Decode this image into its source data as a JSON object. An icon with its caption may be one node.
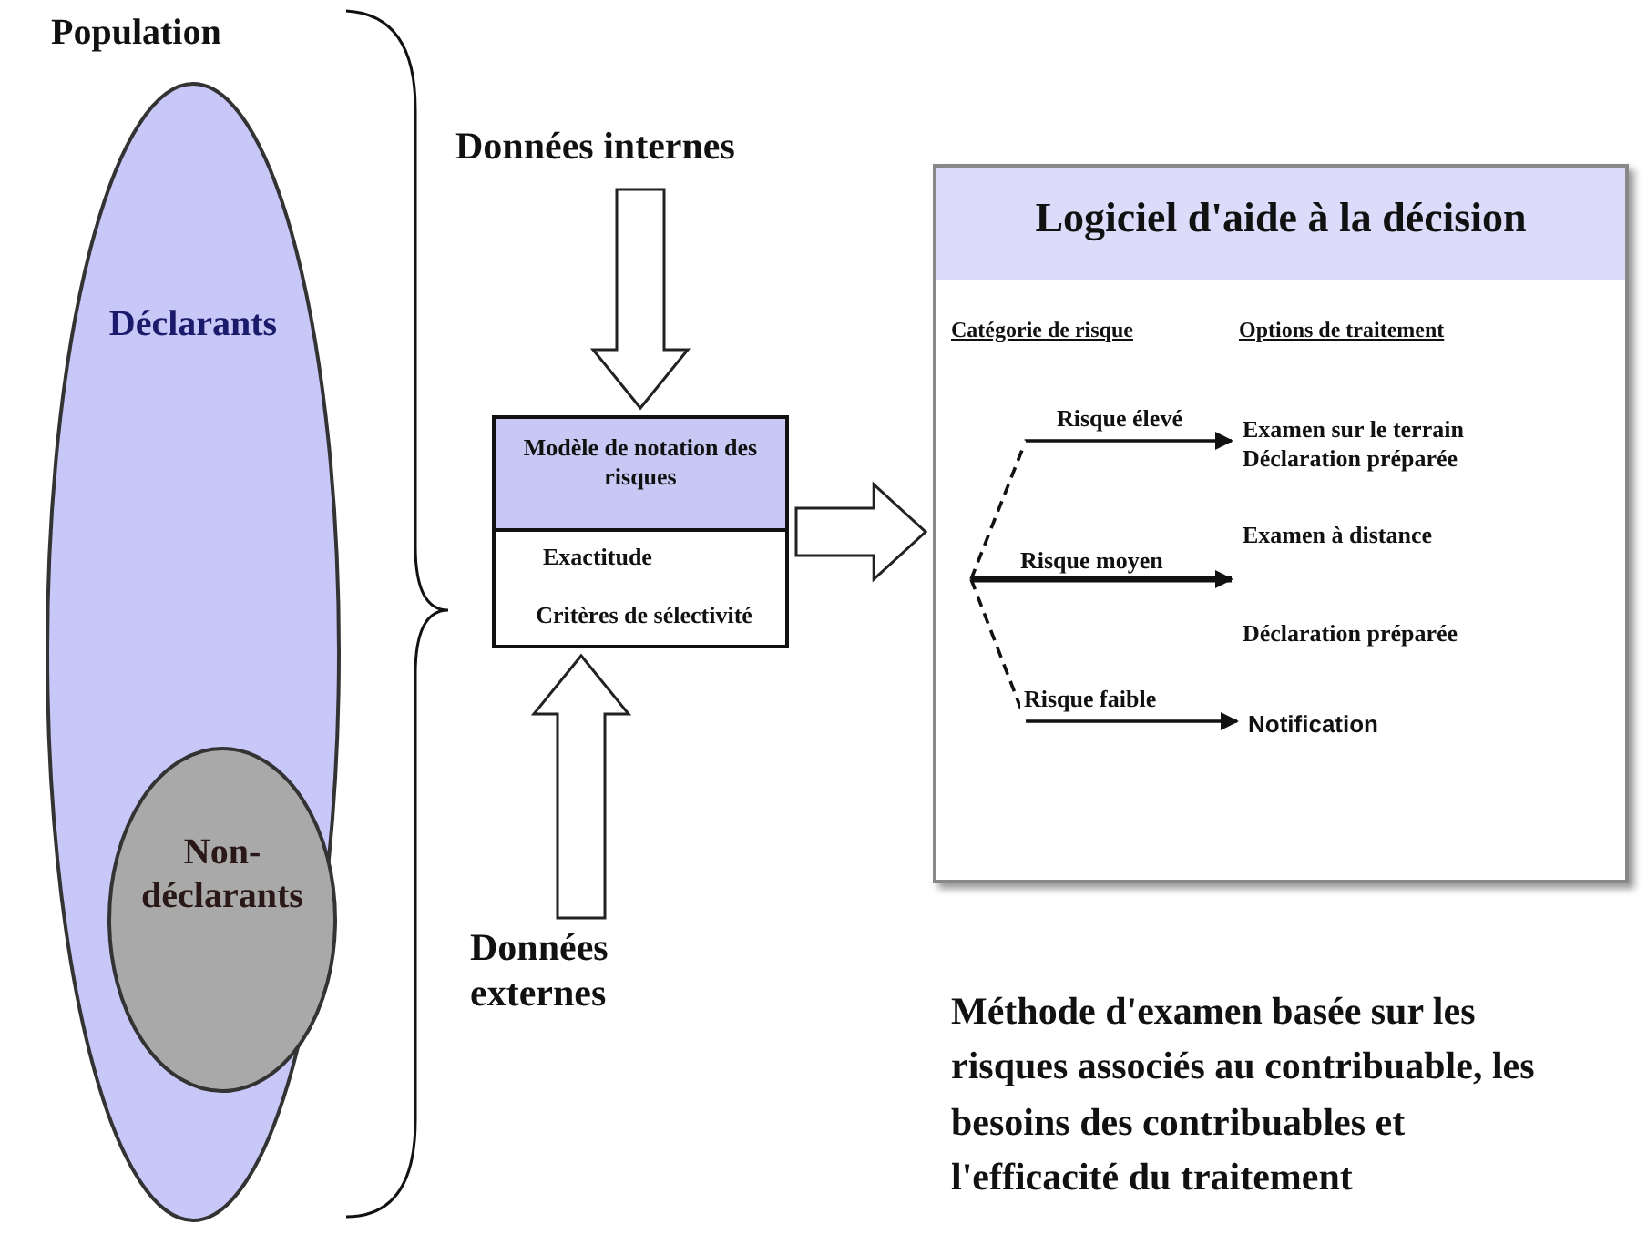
{
  "diagram": {
    "caption": "Méthode d'examen basée sur les risques associés au contribuable, les besoins des contribuables et l'efficacité du traitement",
    "nodes": [
      {
        "text": [
          "Population",
          "Déclarants"
        ]
      },
      {
        "text": [
          "Non-déclarants"
        ],
        "in": 0
      },
      {
        "text": [
          "Données internes"
        ]
      },
      {
        "text": [
          "Modèle de notation des risques",
          "Exactitude",
          "Critères de sélectivité"
        ]
      },
      {
        "text": [
          "Données externes"
        ]
      },
      {
        "text": [
          "Logiciel d'aide à la décision",
          "Catégorie de risque",
          "Options de traitement"
        ]
      },
      {
        "text": [
          "Examen sur le terrain Déclaration préparée"
        ],
        "in": 5
      },
      {
        "text": [
          "Examen à distance",
          "Déclaration préparée"
        ],
        "in": 5
      },
      {
        "text": [
          "Notification"
        ],
        "in": 5
      }
    ],
    "edges": [
      {
        "from": 2,
        "to": 3,
        "arrow": "to"
      },
      {
        "from": 4,
        "to": 3,
        "arrow": "to"
      },
      {
        "from": 3,
        "to": 5,
        "arrow": "to"
      },
      {
        "from": null,
        "to": 6,
        "arrow": "to",
        "label": "Risque élevé",
        "style": "dashed"
      },
      {
        "from": null,
        "to": 7,
        "arrow": "to",
        "label": "Risque moyen",
        "style": "thick"
      },
      {
        "from": null,
        "to": 8,
        "arrow": "to",
        "label": "Risque faible",
        "style": "dashed"
      }
    ]
  }
}
